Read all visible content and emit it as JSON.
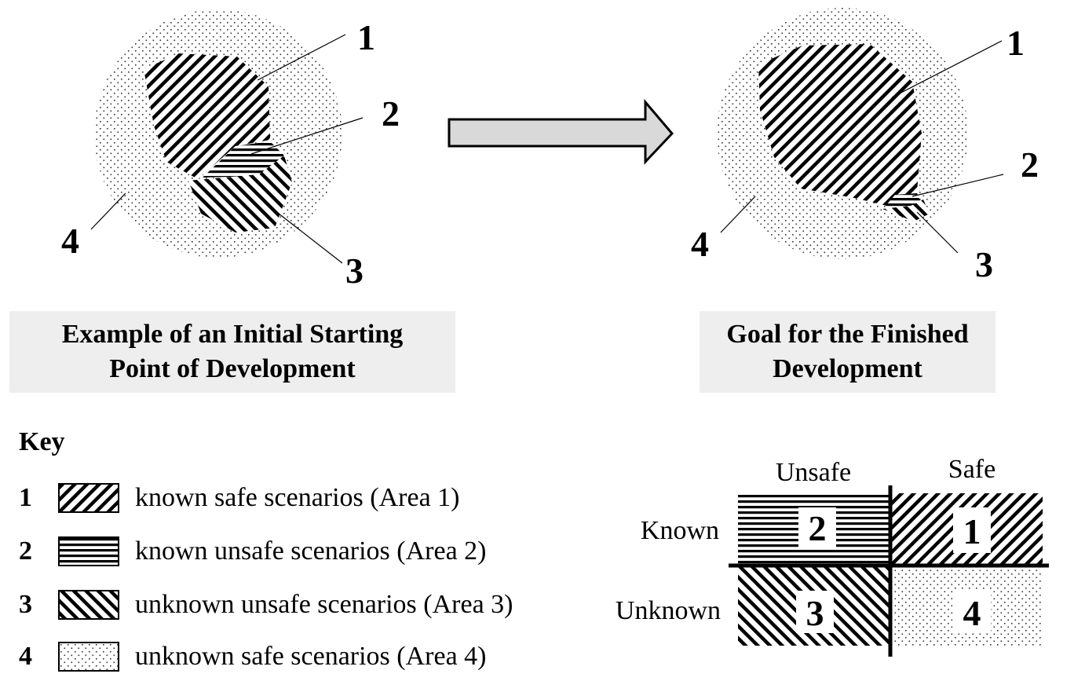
{
  "left_diagram": {
    "caption_line1": "Example of an Initial Starting",
    "caption_line2": "Point of Development",
    "callouts": [
      "1",
      "2",
      "3",
      "4"
    ]
  },
  "right_diagram": {
    "caption_line1": "Goal for the Finished",
    "caption_line2": "Development",
    "callouts": [
      "1",
      "2",
      "3",
      "4"
    ]
  },
  "key": {
    "title": "Key",
    "items": [
      {
        "num": "1",
        "label": "known safe scenarios (Area 1)",
        "pattern": "diagonal-up"
      },
      {
        "num": "2",
        "label": "known unsafe scenarios (Area 2)",
        "pattern": "horizontal"
      },
      {
        "num": "3",
        "label": "unknown unsafe scenarios (Area 3)",
        "pattern": "diagonal-down"
      },
      {
        "num": "4",
        "label": "unknown safe scenarios (Area 4)",
        "pattern": "dots"
      }
    ]
  },
  "grid": {
    "col_labels": [
      "Unsafe",
      "Safe"
    ],
    "row_labels": [
      "Known",
      "Unknown"
    ],
    "cells": [
      "2",
      "1",
      "3",
      "4"
    ]
  },
  "colors": {
    "arrow_fill": "#d9d9d9",
    "caption_bg": "#eeeeee"
  }
}
